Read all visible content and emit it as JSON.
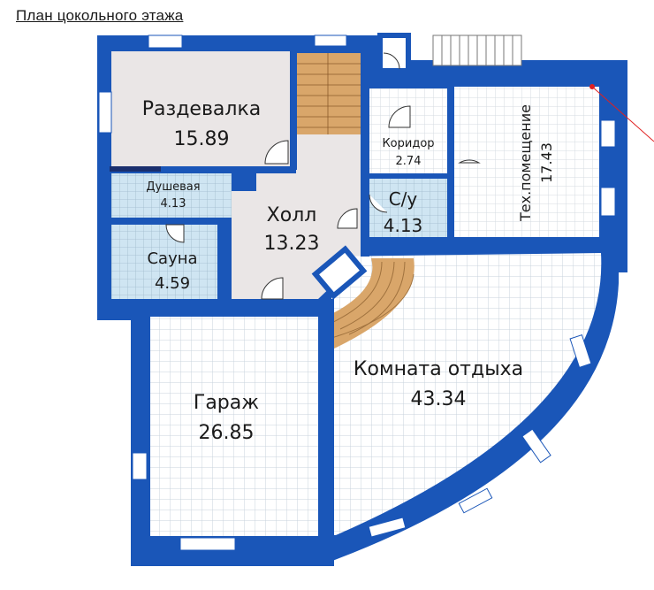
{
  "title": "План цокольного этажа",
  "rooms": {
    "razdevalka": {
      "name": "Раздевалка",
      "area": "15.89"
    },
    "dushevaya": {
      "name": "Душевая",
      "area": "4.13"
    },
    "sauna": {
      "name": "Сауна",
      "area": "4.59"
    },
    "holl": {
      "name": "Холл",
      "area": "13.23"
    },
    "koridor": {
      "name": "Коридор",
      "area": "2.74"
    },
    "su": {
      "name": "С/у",
      "area": "4.13"
    },
    "teh": {
      "name": "Тех.помещение",
      "area": "17.43"
    },
    "garazh": {
      "name": "Гараж",
      "area": "26.85"
    },
    "komnata": {
      "name": "Комната отдыха",
      "area": "43.34"
    }
  },
  "colors": {
    "wall": "#1a56b8",
    "tile_grid": "#c9d3dc",
    "changing_room_floor": "#eae6e6",
    "wet_room_floor": "#c8e0ee",
    "stair_wood": "#d9a66a"
  }
}
